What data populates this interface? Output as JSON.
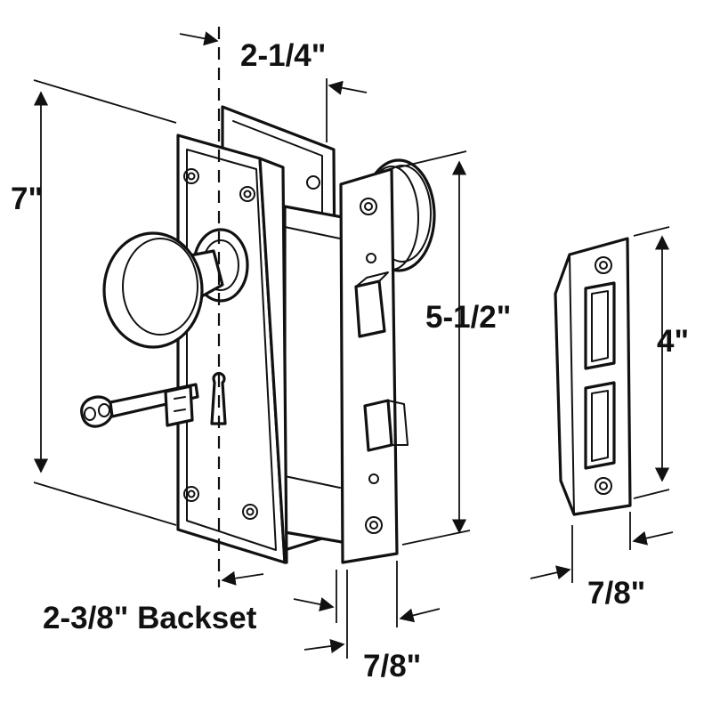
{
  "dimensions": {
    "faceplate_width": "2-1/4\"",
    "faceplate_height": "7\"",
    "lock_body_height": "5-1/2\"",
    "strike_height": "4\"",
    "strike_width": "7/8\"",
    "faceplate_edge_width": "7/8\"",
    "backset": "2-3/8\" Backset"
  }
}
